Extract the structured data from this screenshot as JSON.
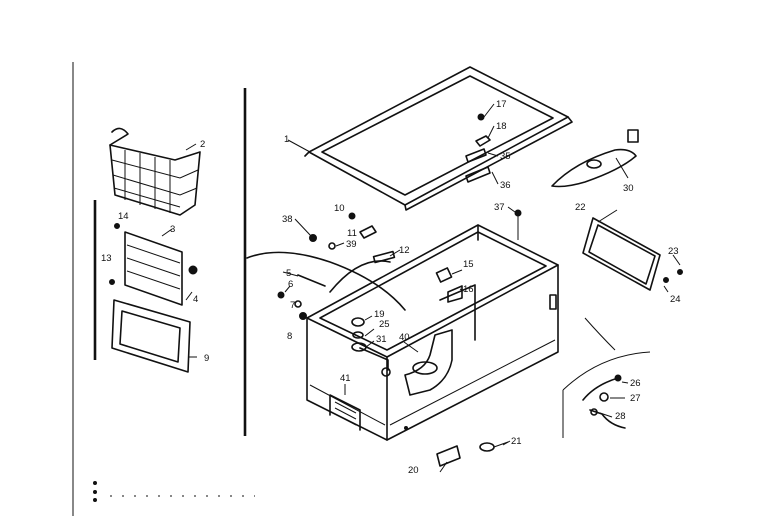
{
  "diagram": {
    "callouts": {
      "lid": "1",
      "basket": "2",
      "divider": "3",
      "divider_knob": "4",
      "tube": "5",
      "screw_left": "6",
      "washer_left": "7",
      "nut_left": "8",
      "control_panel": "9",
      "screw_top": "10",
      "bracket": "11",
      "rod": "12",
      "clip_a": "13",
      "clip_b": "14",
      "switch": "15",
      "socket": "16",
      "lid_screw": "17",
      "lid_clip": "18",
      "knob": "19",
      "plate": "20",
      "plug": "21",
      "back_panel": "22",
      "panel_screw": "23",
      "panel_washer": "24",
      "knob_ring": "25",
      "cord_a": "26",
      "cord_b": "27",
      "cord_c": "28",
      "light_housing": "30",
      "ring_31": "31",
      "hinge_a": "35",
      "hinge_b": "36",
      "hinge_screw": "37",
      "grommet": "38",
      "washer_39": "39",
      "drain": "40",
      "vent_grille": "41"
    }
  }
}
